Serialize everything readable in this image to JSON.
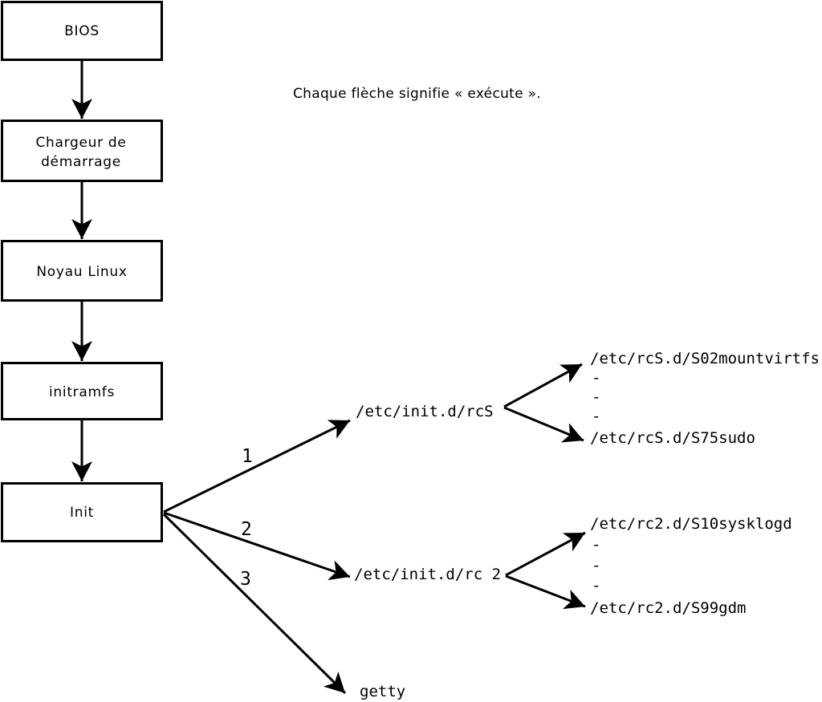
{
  "diagram": {
    "colors": {
      "background": "#ffffff",
      "line": "#000000",
      "box_fill": "#ffffff"
    },
    "caption": "Chaque flèche signifie « exécute ».",
    "boxes": [
      {
        "label": "BIOS"
      },
      {
        "line1": "Chargeur de",
        "line2": "démarrage"
      },
      {
        "label": "Noyau Linux"
      },
      {
        "label": "initramfs"
      },
      {
        "label": "Init"
      }
    ],
    "edge_labels": {
      "to_rcS": "1",
      "to_rc2": "2",
      "to_getty": "3"
    },
    "processes": {
      "rcS": "/etc/init.d/rcS",
      "rc2": "/etc/init.d/rc 2",
      "getty": "getty"
    },
    "rcS_scripts": {
      "first": "/etc/rcS.d/S02mountvirtfs",
      "dash1": "-",
      "dash2": "-",
      "dash3": "-",
      "last": "/etc/rcS.d/S75sudo"
    },
    "rc2_scripts": {
      "first": "/etc/rc2.d/S10sysklogd",
      "dash1": "-",
      "dash2": "-",
      "dash3": "-",
      "last": "/etc/rc2.d/S99gdm"
    }
  }
}
